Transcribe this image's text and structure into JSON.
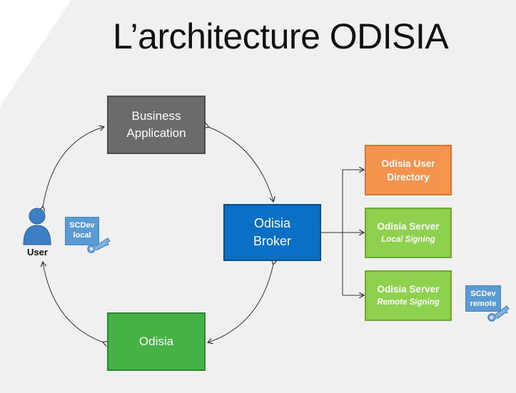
{
  "title": "L’architecture ODISIA",
  "boxes": {
    "business_line1": "Business",
    "business_line2": "Application",
    "odisia": "Odisia",
    "broker_line1": "Odisia",
    "broker_line2": "Broker",
    "directory_line1": "Odisia User",
    "directory_line2": "Directory",
    "server_local_title": "Odisia Server",
    "server_local_sub": "Local Signing",
    "server_remote_title": "Odisia Server",
    "server_remote_sub": "Remote Signing"
  },
  "user": {
    "label": "User"
  },
  "scdev_local": {
    "line1": "SCDev",
    "line2": "local"
  },
  "scdev_remote": {
    "line1": "SCDev",
    "line2": "remote"
  },
  "colors": {
    "business": "#6b6b6b",
    "odisia": "#44b244",
    "broker": "#0a6fc2",
    "directory": "#f4924f",
    "server": "#8ed14e",
    "scdev": "#5b9bd5",
    "user_icon": "#3d7fc4"
  }
}
